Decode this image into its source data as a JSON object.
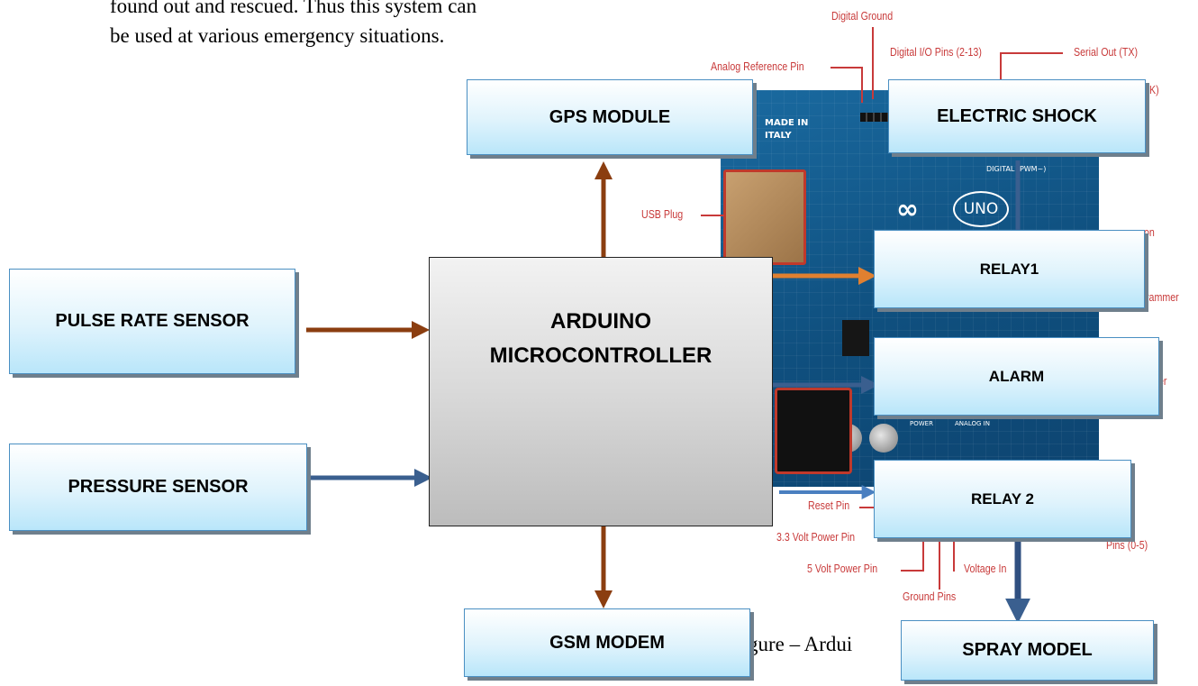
{
  "intro_text": {
    "line1": "found out and rescued. Thus this system can",
    "line2": "be used at various emergency situations."
  },
  "board_labels": {
    "digital_ground": "Digital Ground",
    "digital_io": "Digital I/O Pins (2-13)",
    "serial_out": "Serial Out (TX)",
    "analog_reference": "Analog Reference Pin",
    "usb_plug": "USB Plug",
    "reset_pin": "Reset Pin",
    "power_3v3": "3.3 Volt Power Pin",
    "power_5v": "5 Volt Power Pin",
    "ground_pins": "Ground Pins",
    "voltage_in": "Voltage In",
    "analog_pins": "Pins (0-5)",
    "partial_k": "K)",
    "partial_on": "on",
    "partial_rammer": "rammer",
    "partial_er": "er",
    "made_in": "MADE IN ITALY",
    "logo_symbol": "∞",
    "uno": "UNO",
    "digital_pwm": "DIGITAL (PWM~)",
    "power": "POWER",
    "analog_in": "ANALOG IN"
  },
  "blocks": {
    "gps_module": "GPS MODULE",
    "electric_shock": "ELECTRIC SHOCK",
    "relay1": "RELAY1",
    "alarm": "ALARM",
    "relay2": "RELAY 2",
    "spray_model": "SPRAY MODEL",
    "gsm_modem": "GSM MODEM",
    "pulse_rate_sensor": "PULSE RATE SENSOR",
    "pressure_sensor": "PRESSURE SENSOR",
    "microcontroller_line1": "ARDUINO",
    "microcontroller_line2": "MICROCONTROLLER"
  },
  "caption": "gure – Ardui",
  "colors": {
    "arrow_brown": "#8b3e10",
    "arrow_blue": "#3a5f8f",
    "arrow_orange": "#e08030",
    "arrow_lightblue": "#4a7fc0",
    "box_border": "#4a8fc2",
    "pin_label_red": "#c83a3a",
    "board_blue": "#0f4f7e"
  },
  "connections": [
    {
      "from": "ARDUINO MICROCONTROLLER",
      "to": "GPS MODULE",
      "color": "brown"
    },
    {
      "from": "PULSE RATE SENSOR",
      "to": "ARDUINO MICROCONTROLLER",
      "color": "brown"
    },
    {
      "from": "PRESSURE SENSOR",
      "to": "ARDUINO MICROCONTROLLER",
      "color": "blue"
    },
    {
      "from": "ARDUINO MICROCONTROLLER",
      "to": "GSM MODEM",
      "color": "brown"
    },
    {
      "from": "ARDUINO MICROCONTROLLER",
      "to": "RELAY1",
      "color": "orange"
    },
    {
      "from": "ARDUINO MICROCONTROLLER",
      "to": "ALARM",
      "color": "blue"
    },
    {
      "from": "ARDUINO MICROCONTROLLER",
      "to": "RELAY 2",
      "color": "blue"
    },
    {
      "from": "RELAY1",
      "to": "ELECTRIC SHOCK",
      "color": "blue"
    },
    {
      "from": "RELAY 2",
      "to": "SPRAY MODEL",
      "color": "blue"
    }
  ]
}
